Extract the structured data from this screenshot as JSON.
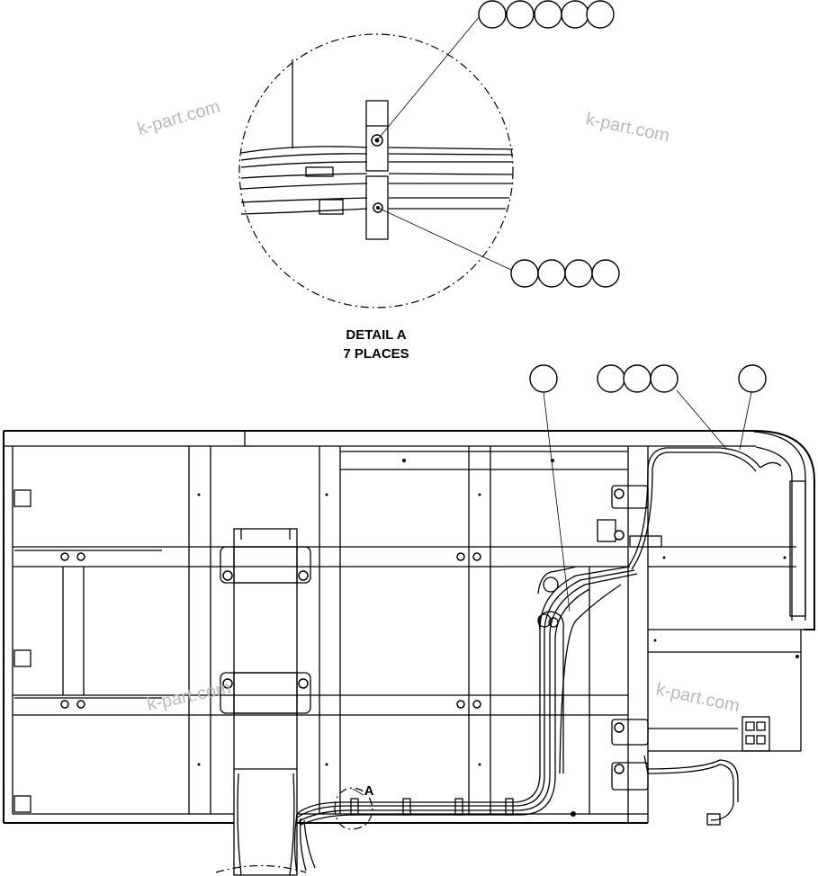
{
  "detail": {
    "title": "DETAIL A",
    "subtitle": "7 PLACES",
    "marker": "A"
  },
  "watermark": {
    "text": "k-part.com"
  },
  "callouts": {
    "top_group_count": 5,
    "bottom_group_count": 4,
    "main_single_count": 1,
    "main_triple_count": 3,
    "main_right_count": 1
  }
}
